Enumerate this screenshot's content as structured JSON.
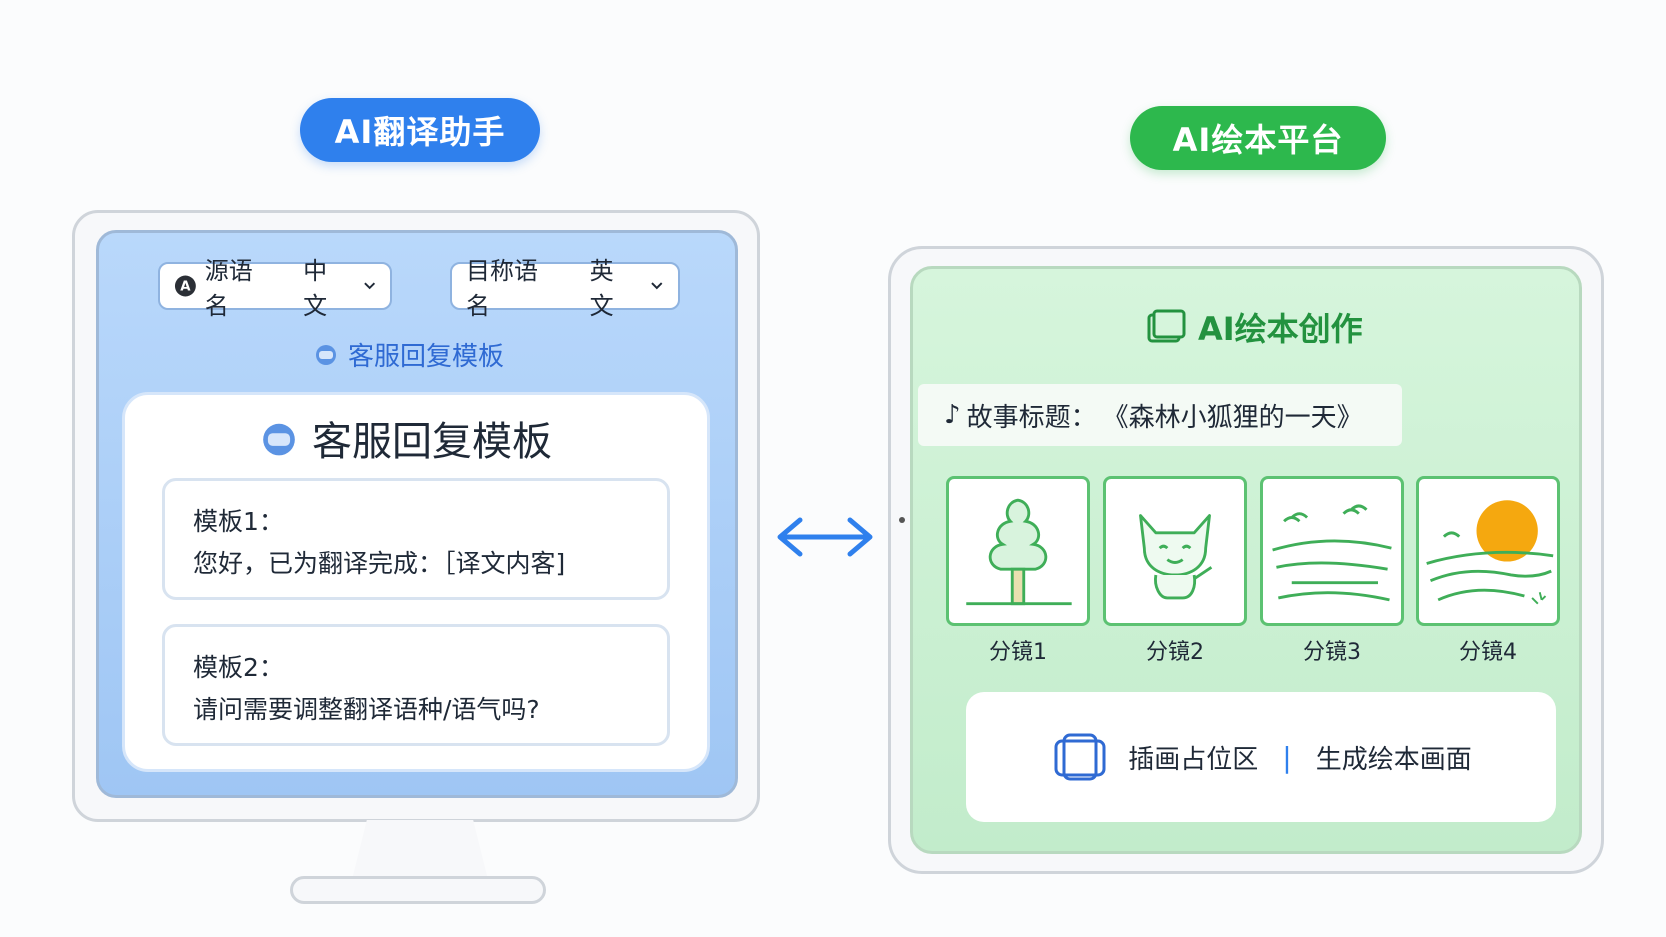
{
  "translator": {
    "title": "AI翻译助手",
    "source_label": "源语名",
    "source_value": "中文",
    "target_label": "目称语名",
    "target_value": "英文",
    "subheading": "客服回复模板",
    "card_title": "客服回复模板",
    "templates": [
      {
        "label": "模板1：",
        "text": "您好，已为翻译完成：［译文内客]"
      },
      {
        "label": "模板2：",
        "text": "请问需要调整翻译语种/语气吗?"
      }
    ]
  },
  "picturebook": {
    "title": "AI绘本平台",
    "create_title": "AI绘本创作",
    "story_label": "故事标题：",
    "story_value": "《森林小狐狸的一天》",
    "frames": [
      {
        "label": "分镜1",
        "icon": "tree-icon"
      },
      {
        "label": "分镜2",
        "icon": "fox-icon"
      },
      {
        "label": "分镜3",
        "icon": "landscape-icon"
      },
      {
        "label": "分镜4",
        "icon": "sunset-icon"
      }
    ],
    "illus_label": "插画占位区",
    "generate_label": "生成绘本画面"
  },
  "colors": {
    "blue": "#2f80ed",
    "green": "#2db84d"
  }
}
